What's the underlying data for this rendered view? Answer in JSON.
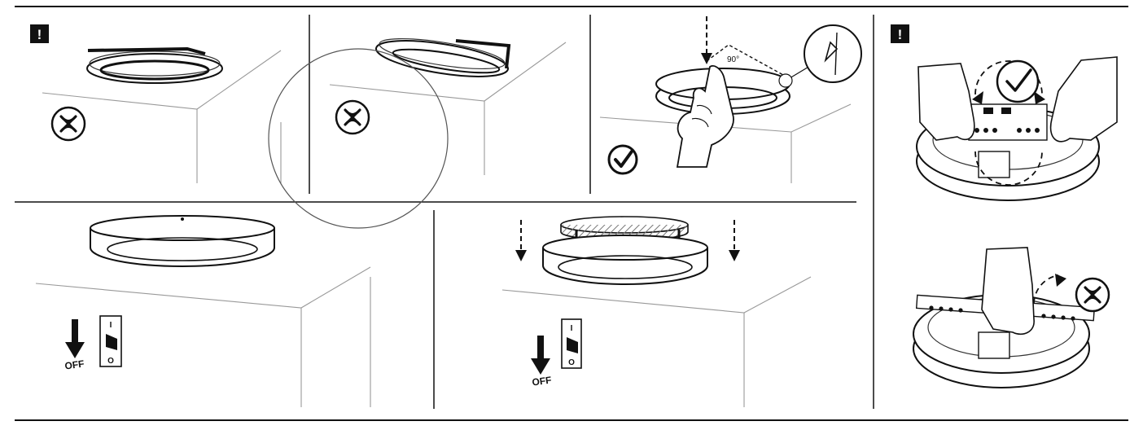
{
  "warning_glyph": "!",
  "angle_label": "90°",
  "switch_on_label": "I",
  "switch_off_label": "O",
  "off_label": "OFF",
  "colors": {
    "ink": "#111111",
    "wall": "#999999",
    "hatch": "#777777"
  }
}
